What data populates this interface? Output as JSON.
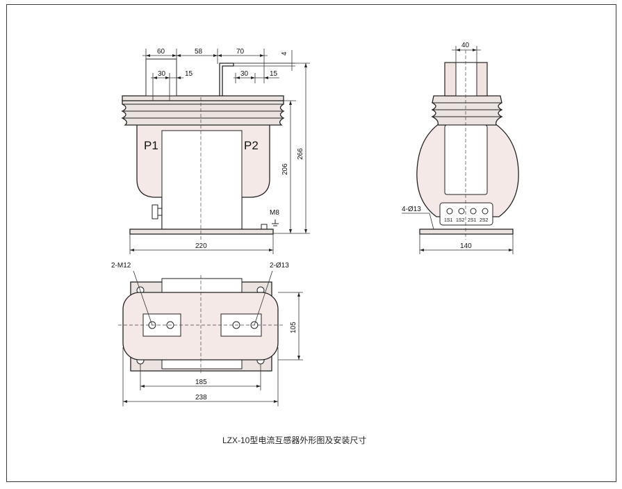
{
  "caption": "LZX-10型电流互感器外形图及安装尺寸",
  "front_view": {
    "labels": {
      "p1": "P1",
      "p2": "P2",
      "ground": "M8"
    },
    "dims": {
      "d60": "60",
      "d58": "58",
      "d70": "70",
      "d4": "4",
      "d30a": "30",
      "d15a": "15",
      "d30b": "30",
      "d15b": "15",
      "h206": "206",
      "h266": "266",
      "w220": "220"
    }
  },
  "side_view": {
    "dims": {
      "d40": "40",
      "w140": "140"
    },
    "hole_label": "4-Ø13",
    "terminals": [
      "1S1",
      "1S2",
      "2S1",
      "2S2"
    ]
  },
  "top_view": {
    "labels": {
      "left": "2-M12",
      "right": "2-Ø13"
    },
    "dims": {
      "d105": "105",
      "d185": "185",
      "d238": "238"
    }
  }
}
